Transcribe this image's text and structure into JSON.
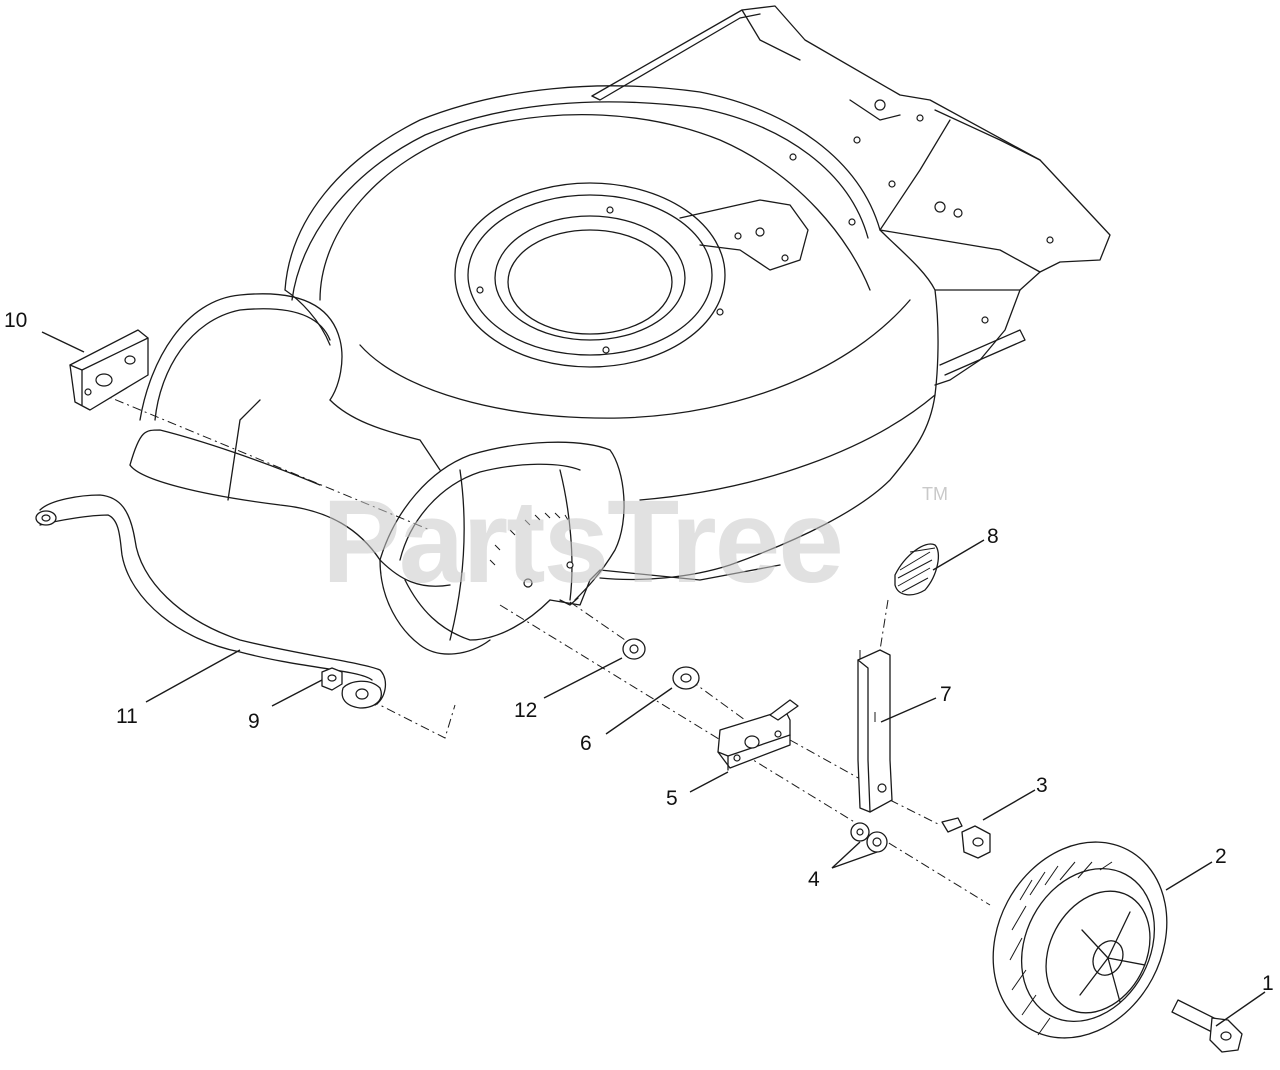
{
  "diagram": {
    "callouts": [
      "1",
      "2",
      "3",
      "4",
      "5",
      "6",
      "7",
      "8",
      "9",
      "10",
      "11",
      "12"
    ],
    "watermark": {
      "text": "PartsTree",
      "trademark": "TM"
    }
  }
}
